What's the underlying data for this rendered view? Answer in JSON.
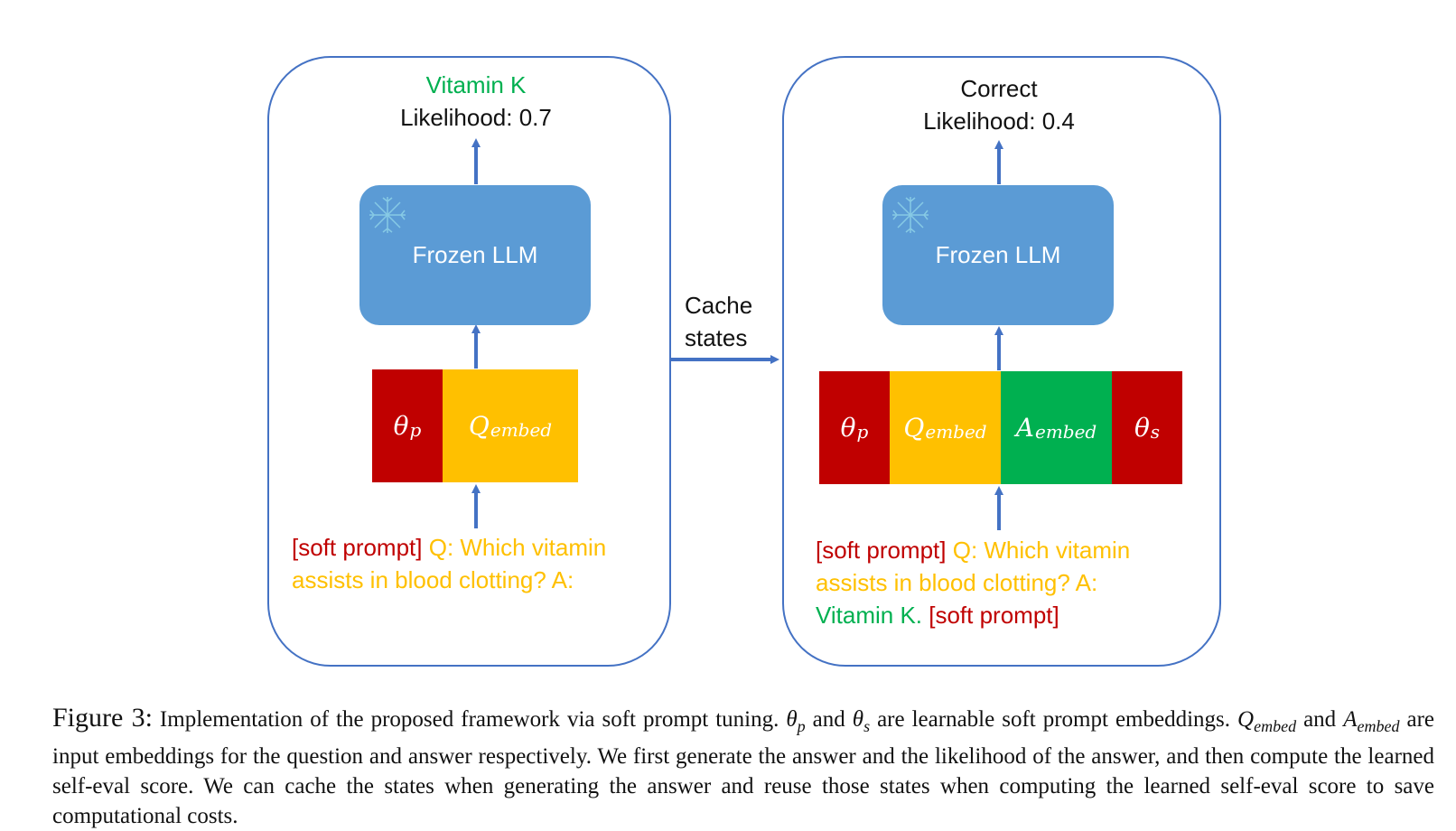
{
  "left_panel": {
    "output_answer": "Vitamin K",
    "output_likelihood": "Likelihood: 0.7",
    "model_label": "Frozen LLM",
    "embeddings": [
      {
        "symbol": "θ",
        "subscript": "p",
        "color": "#c00000"
      },
      {
        "symbol": "Q",
        "subscript": "embed",
        "color": "#ffc000"
      }
    ],
    "input_soft_prompt": "[soft prompt]",
    "input_question_1": " Q: Which vitamin",
    "input_question_2": "assists in blood clotting? A:"
  },
  "right_panel": {
    "output_answer": "Correct",
    "output_likelihood": "Likelihood: 0.4",
    "model_label": "Frozen LLM",
    "embeddings": [
      {
        "symbol": "θ",
        "subscript": "p",
        "color": "#c00000"
      },
      {
        "symbol": "Q",
        "subscript": "embed",
        "color": "#ffc000"
      },
      {
        "symbol": "A",
        "subscript": "embed",
        "color": "#00b050"
      },
      {
        "symbol": "θ",
        "subscript": "s",
        "color": "#c00000"
      }
    ],
    "input_soft_prompt_1": "[soft prompt]",
    "input_question_1": " Q: Which vitamin",
    "input_question_2": "assists in blood clotting? A:",
    "input_answer": "Vitamin K.",
    "input_soft_prompt_2": " [soft prompt]"
  },
  "connector": {
    "line1": "Cache",
    "line2": "states"
  },
  "caption": {
    "label": "Figure 3:",
    "t1": " Implementation of the proposed framework via soft prompt tuning. ",
    "t2": " and ",
    "t3": " are learnable soft prompt embeddings. ",
    "t4": " and ",
    "t5": " are input embeddings for the question and answer respectively. We first generate the answer and the likelihood of the answer, and then compute the learned self-eval score. We can cache the states when generating the answer and reuse those states when computing the learned self-eval score to save computational costs."
  },
  "colors": {
    "panel_border": "#4472c4",
    "arrow": "#4472c4",
    "llm_box": "#5b9bd5",
    "soft_prompt": "#c00000",
    "question": "#ffc000",
    "answer": "#00b050"
  }
}
